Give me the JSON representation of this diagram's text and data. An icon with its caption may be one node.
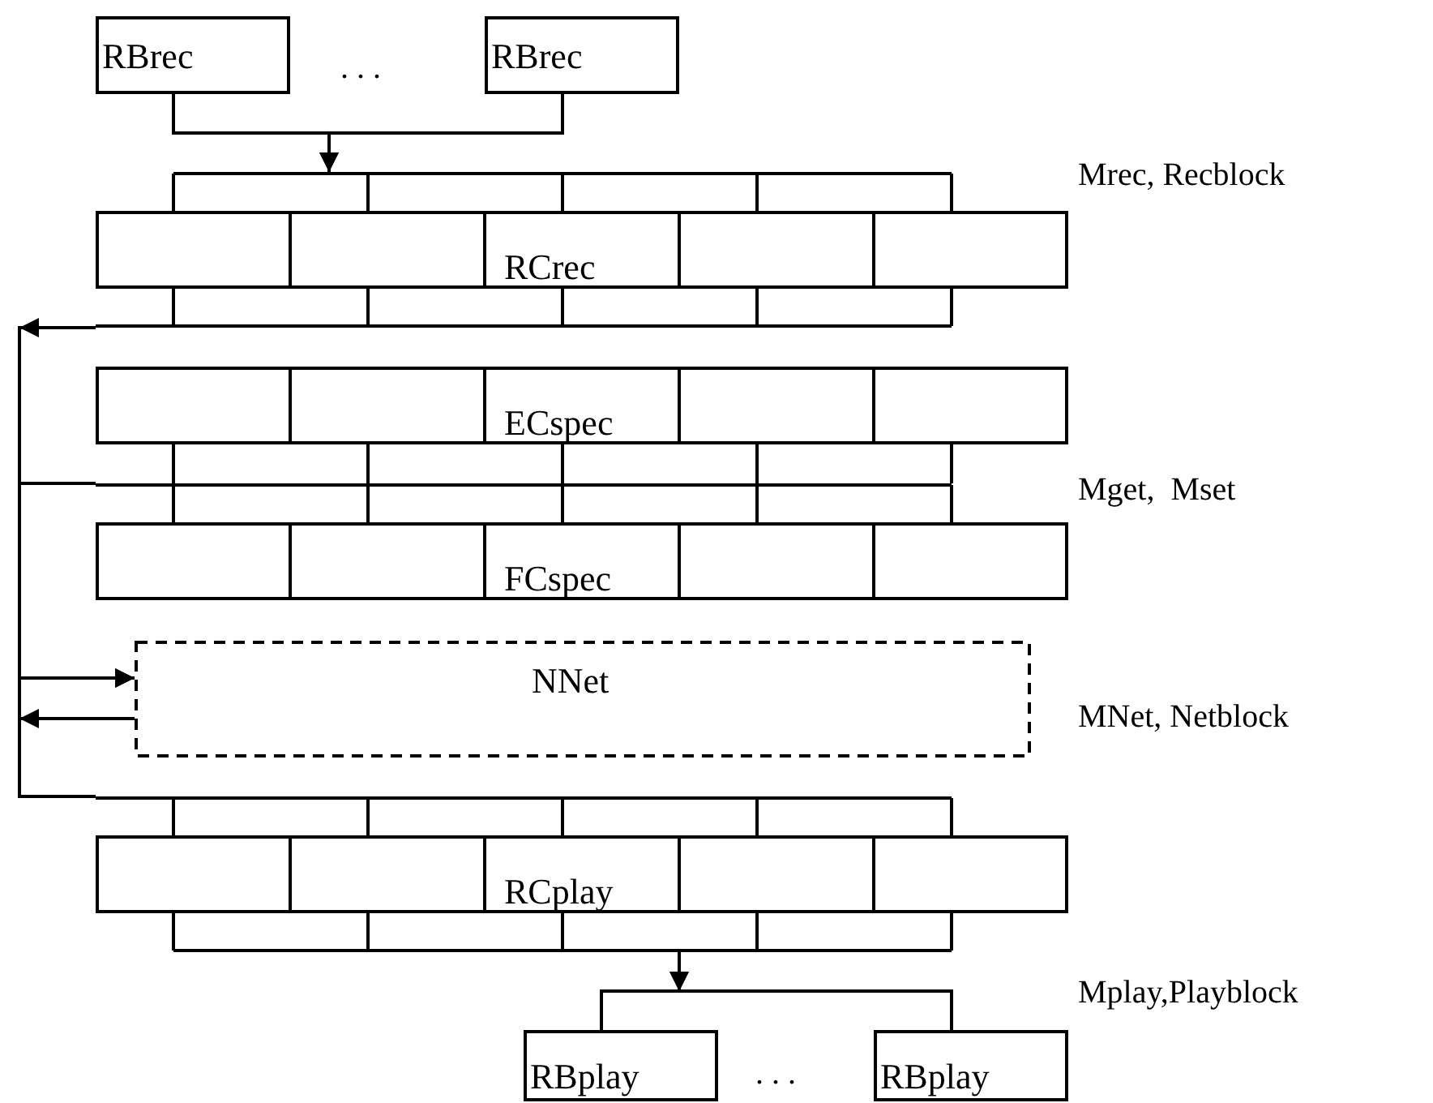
{
  "diagram": {
    "nodes": [
      {
        "text": [
          "RBrec"
        ]
      },
      {
        "text": [
          "RBrec"
        ]
      },
      {
        "text": [
          "RCrec"
        ]
      },
      {
        "text": [
          "ECspec"
        ]
      },
      {
        "text": [
          "FCspec"
        ]
      },
      {
        "text": [
          "NNet"
        ]
      },
      {
        "text": [
          "RCplay"
        ]
      },
      {
        "text": [
          "RBplay"
        ]
      },
      {
        "text": [
          "RBplay"
        ]
      }
    ],
    "edges": [
      {
        "from": 0,
        "to": 2,
        "arrow": "to"
      },
      {
        "from": 1,
        "to": 2,
        "arrow": "to"
      },
      {
        "from": 2,
        "to": 5,
        "arrow": "to"
      },
      {
        "from": 5,
        "to": 6,
        "arrow": "to"
      },
      {
        "from": 3,
        "to": 4,
        "arrow": "none"
      },
      {
        "from": 3,
        "to": 4,
        "arrow": "none"
      },
      {
        "from": 3,
        "to": 4,
        "arrow": "none"
      },
      {
        "from": 3,
        "to": 4,
        "arrow": "none"
      },
      {
        "from": 3,
        "to": 4,
        "arrow": "none"
      },
      {
        "from": 4,
        "to": 5,
        "arrow": "to"
      },
      {
        "from": 6,
        "to": 7,
        "arrow": "to"
      },
      {
        "from": 6,
        "to": 8,
        "arrow": "to"
      }
    ],
    "labels": [
      ". . .",
      "Mrec, Recblock",
      "Mget,  Mset",
      "MNet, Netblock",
      "Mplay,Playblock",
      ". . ."
    ]
  }
}
